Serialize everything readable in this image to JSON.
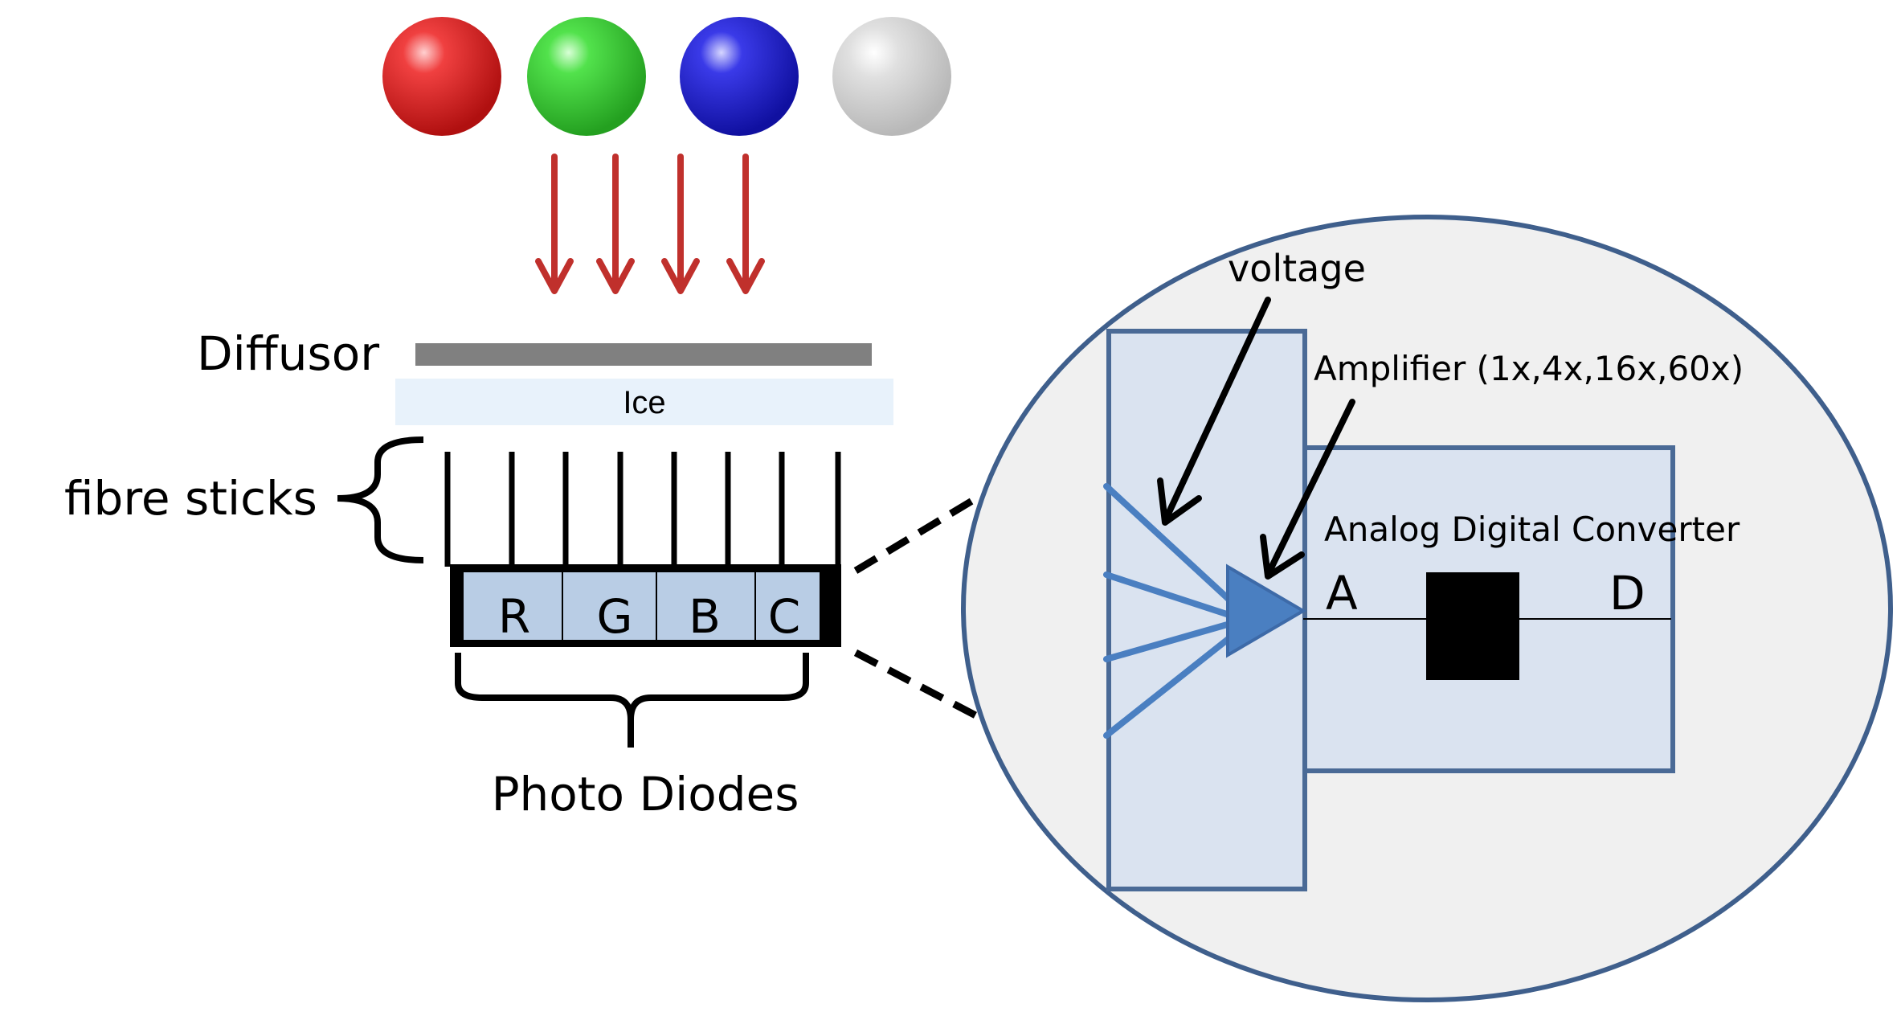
{
  "labels": {
    "diffusor": "Diffusor",
    "ice": "Ice",
    "fibre_sticks": "fibre sticks",
    "photo_diodes": "Photo Diodes",
    "voltage": "voltage",
    "amplifier": "Amplifier (1x,4x,16x,60x)",
    "adc": "Analog Digital Converter",
    "adc_a": "A",
    "adc_d": "D"
  },
  "diodes": [
    "R",
    "G",
    "B",
    "C"
  ],
  "leds": [
    {
      "name": "red",
      "color": "#e52222"
    },
    {
      "name": "green",
      "color": "#3fd23a"
    },
    {
      "name": "blue",
      "color": "#2424d8"
    },
    {
      "name": "white",
      "color": "#d6d6d6"
    }
  ],
  "colors": {
    "arrow_red": "#c0302c",
    "diffusor_gray": "#808080",
    "ice_fill": "#e8f2fb",
    "panel_fill": "#dae3f0",
    "panel_stroke": "#4a6a96",
    "beam_blue": "#4a7fc1",
    "lens_fill": "#f0f0f0",
    "lens_stroke": "#3f5f8c"
  }
}
